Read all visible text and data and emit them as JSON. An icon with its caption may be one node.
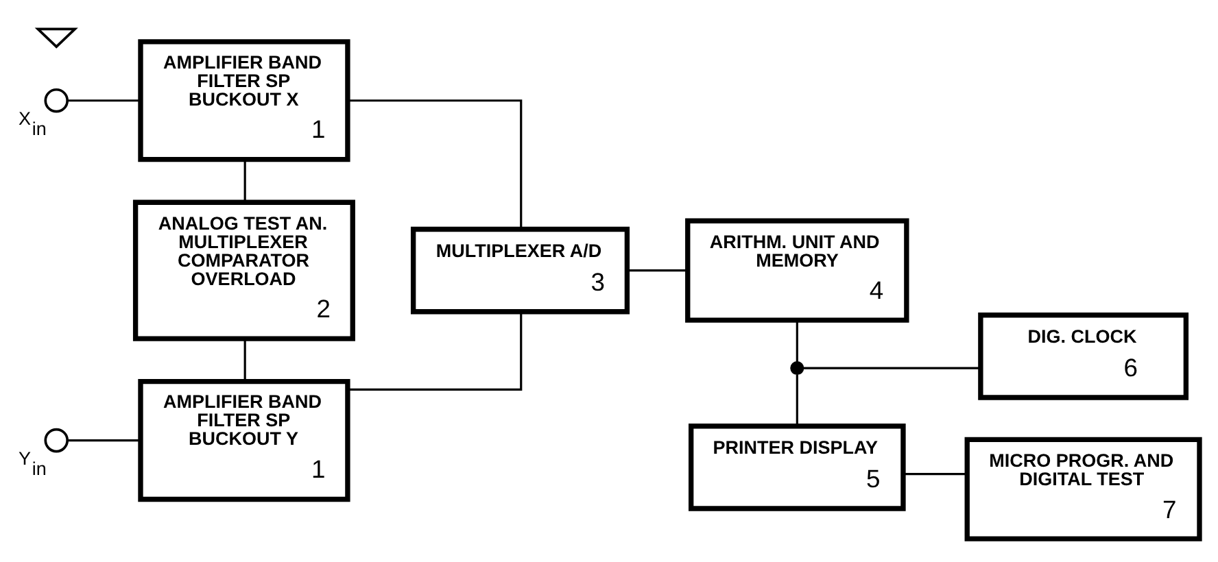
{
  "diagram": {
    "nodes": [
      {
        "text": [],
        "shape": "circle",
        "beside": [
          "X$_{in}$"
        ]
      },
      {
        "text": [
          "AMPLIFIER BAND FILTER SP BUCKOUT X",
          "1"
        ]
      },
      {
        "text": [
          "ANALOG TEST AN. MULTIPLEXER COMPARATOR OVERLOAD",
          "2"
        ]
      },
      {
        "text": [],
        "shape": "ground"
      },
      {
        "text": [],
        "shape": "circle",
        "beside": [
          "Y$_{in}$"
        ]
      },
      {
        "text": [
          "AMPLIFIER BAND FILTER SP BUCKOUT Y",
          "1"
        ]
      },
      {
        "text": [
          "MULTIPLEXER A/D",
          "3"
        ]
      },
      {
        "text": [
          "ARITHM. UNIT AND MEMORY",
          "4"
        ]
      },
      {
        "text": [
          "DIG. CLOCK",
          "6"
        ]
      },
      {
        "text": [],
        "shape": "dot"
      },
      {
        "text": [
          "PRINTER DISPLAY",
          "5"
        ]
      },
      {
        "text": [
          "MICRO PROGR. AND DIGITAL TEST",
          "7"
        ]
      }
    ],
    "edges": [
      {
        "from": 0,
        "to": 1,
        "arrow": "none"
      },
      {
        "from": 1,
        "to": 2,
        "arrow": "none"
      },
      {
        "from": 2,
        "to": 5,
        "arrow": "none"
      },
      {
        "from": 4,
        "to": 5,
        "arrow": "none"
      },
      {
        "from": 1,
        "to": 6,
        "arrow": "none"
      },
      {
        "from": 5,
        "to": 6,
        "arrow": "none"
      },
      {
        "from": 6,
        "to": 7,
        "arrow": "none"
      },
      {
        "from": 7,
        "to": 9,
        "arrow": "none"
      },
      {
        "from": 9,
        "to": 8,
        "arrow": "none"
      },
      {
        "from": 9,
        "to": 10,
        "arrow": "none"
      },
      {
        "from": 10,
        "to": 11,
        "arrow": "none"
      }
    ]
  }
}
